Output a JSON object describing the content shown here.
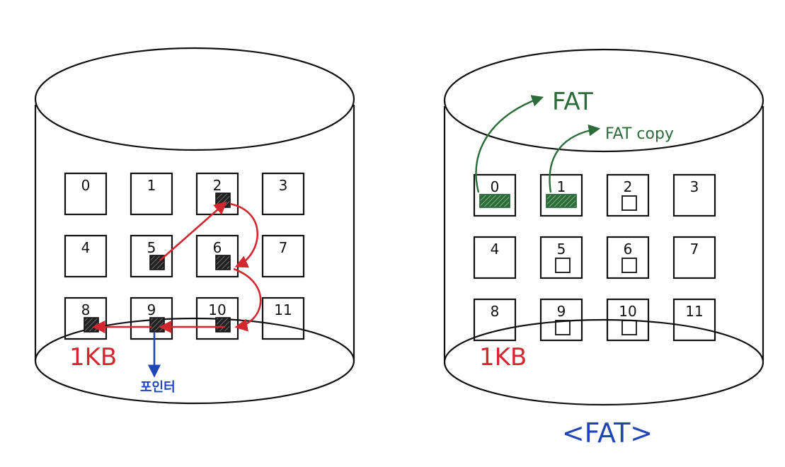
{
  "left_disk": {
    "block_numbers": [
      "0",
      "1",
      "2",
      "3",
      "4",
      "5",
      "6",
      "7",
      "8",
      "9",
      "10",
      "11"
    ],
    "size_label": "1KB",
    "pointer_label": "포인터",
    "chain_blocks": [
      "5",
      "2",
      "6",
      "10",
      "9",
      "8"
    ]
  },
  "right_disk": {
    "block_numbers": [
      "0",
      "1",
      "2",
      "3",
      "4",
      "5",
      "6",
      "7",
      "8",
      "9",
      "10",
      "11"
    ],
    "size_label": "1KB",
    "fat_label": "FAT",
    "fat_copy_label": "FAT copy"
  },
  "caption": "<FAT>",
  "colors": {
    "ink": "#111111",
    "chain": "#d4262e",
    "pointer": "#1f45b8",
    "fat": "#2e6b3a"
  }
}
